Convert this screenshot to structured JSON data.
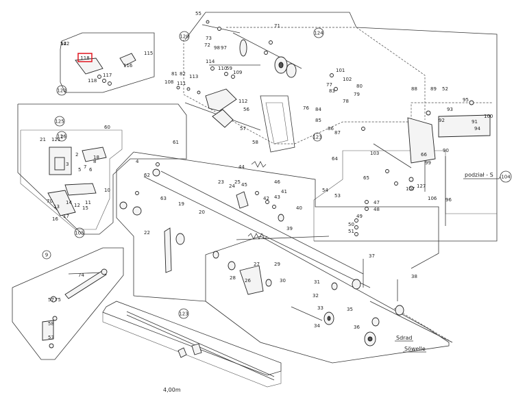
{
  "diagram": {
    "highlight_label": "118",
    "callouts": [
      {
        "id": "circ-120a",
        "text": "120"
      },
      {
        "id": "circ-120b",
        "text": "120"
      },
      {
        "id": "circ-124",
        "text": "124"
      },
      {
        "id": "circ-125",
        "text": "125"
      },
      {
        "id": "circ-126",
        "text": "126"
      },
      {
        "id": "circ-105",
        "text": "105"
      },
      {
        "id": "circ-9",
        "text": "9"
      },
      {
        "id": "circ-123a",
        "text": "123"
      },
      {
        "id": "circ-123b",
        "text": "123"
      },
      {
        "id": "circ-104",
        "text": "104"
      }
    ],
    "part_numbers": [
      "122",
      "115",
      "116",
      "117",
      "118",
      "55",
      "71",
      "73",
      "72",
      "98",
      "97",
      "84",
      "85",
      "86",
      "87",
      "88",
      "89",
      "52",
      "93",
      "92",
      "95",
      "91",
      "94",
      "100",
      "101",
      "102",
      "80",
      "79",
      "78",
      "77",
      "76",
      "83",
      "81",
      "82",
      "113",
      "114",
      "110",
      "59",
      "109",
      "108",
      "111",
      "112",
      "56",
      "57",
      "58",
      "60",
      "61",
      "4",
      "62",
      "63",
      "19",
      "20",
      "22",
      "23",
      "24",
      "25",
      "26",
      "27",
      "28",
      "29",
      "30",
      "31",
      "32",
      "33",
      "34",
      "35",
      "36",
      "37",
      "38",
      "39",
      "40",
      "41",
      "42",
      "43",
      "44",
      "45",
      "46",
      "47",
      "48",
      "49",
      "50",
      "51",
      "53",
      "54",
      "64",
      "65",
      "66",
      "90",
      "96",
      "99",
      "103",
      "106",
      "107",
      "1",
      "2",
      "3",
      "5",
      "6",
      "7",
      "8",
      "10",
      "11",
      "12",
      "13",
      "14",
      "15",
      "16",
      "17",
      "18",
      "21",
      "121",
      "127",
      "70",
      "74",
      "75",
      "57",
      "58",
      "53",
      "54"
    ],
    "text_labels": [
      {
        "id": "podzial",
        "text": "podział - S"
      },
      {
        "id": "sdrad",
        "text": "Sdrad"
      },
      {
        "id": "sowelle",
        "text": "Söwelle"
      },
      {
        "id": "length",
        "text": "4,00m"
      }
    ]
  }
}
